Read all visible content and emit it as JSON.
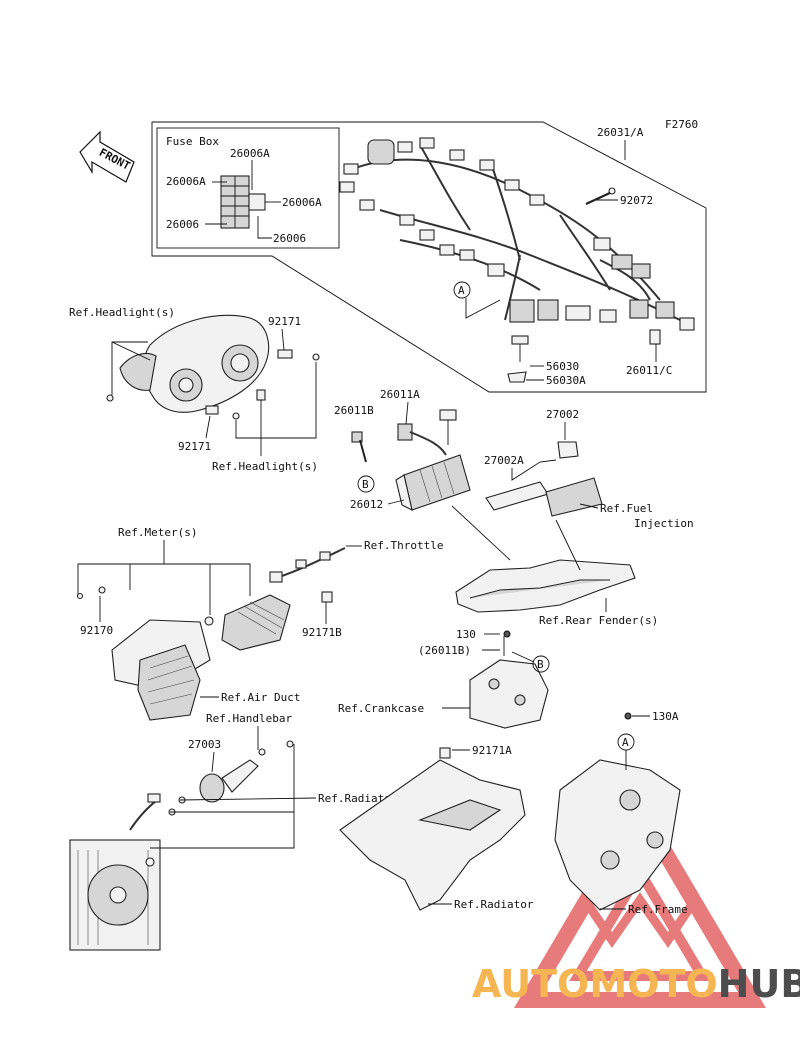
{
  "diagram": {
    "code": "F2760",
    "front": "FRONT",
    "fuse_box": {
      "title": "Fuse Box",
      "labels": [
        "26006A",
        "26006A",
        "26006A",
        "26006",
        "26006"
      ]
    },
    "labels": {
      "harness": "26031/A",
      "bolt_92072": "92072",
      "circle_a_top": "A",
      "part_56030": "56030",
      "part_56030a": "56030A",
      "part_26011c": "26011/C",
      "ref_headlight_top": "Ref.Headlight(s)",
      "part_92171_top": "92171",
      "part_92171_bottom": "92171",
      "ref_headlight_bottom": "Ref.Headlight(s)",
      "part_26011a": "26011A",
      "part_26011b": "26011B",
      "circle_b_top": "B",
      "part_27002": "27002",
      "part_27002a": "27002A",
      "part_26012": "26012",
      "ref_fuel_injection_1": "Ref.Fuel",
      "ref_fuel_injection_2": "Injection",
      "ref_meter": "Ref.Meter(s)",
      "ref_throttle": "Ref.Throttle",
      "part_92170": "92170",
      "part_92171b": "92171B",
      "ref_rear_fender": "Ref.Rear Fender(s)",
      "part_130": "130",
      "part_26011b_paren": "(26011B)",
      "circle_b_bottom": "B",
      "ref_air_duct": "Ref.Air Duct",
      "ref_crankcase": "Ref.Crankcase",
      "ref_handlebar": "Ref.Handlebar",
      "part_27003": "27003",
      "part_92171a": "92171A",
      "part_130a": "130A",
      "circle_a_bottom": "A",
      "ref_radiator_left": "Ref.Radiator",
      "ref_radiator_right": "Ref.Radiator",
      "ref_frame": "Ref.Frame"
    }
  },
  "watermark": {
    "part1": "AUTOMOTO",
    "part2": "HUB",
    "accent_color": "#f5b553",
    "dark_color": "#4d4d4d",
    "triangle_color": "#e05050"
  }
}
